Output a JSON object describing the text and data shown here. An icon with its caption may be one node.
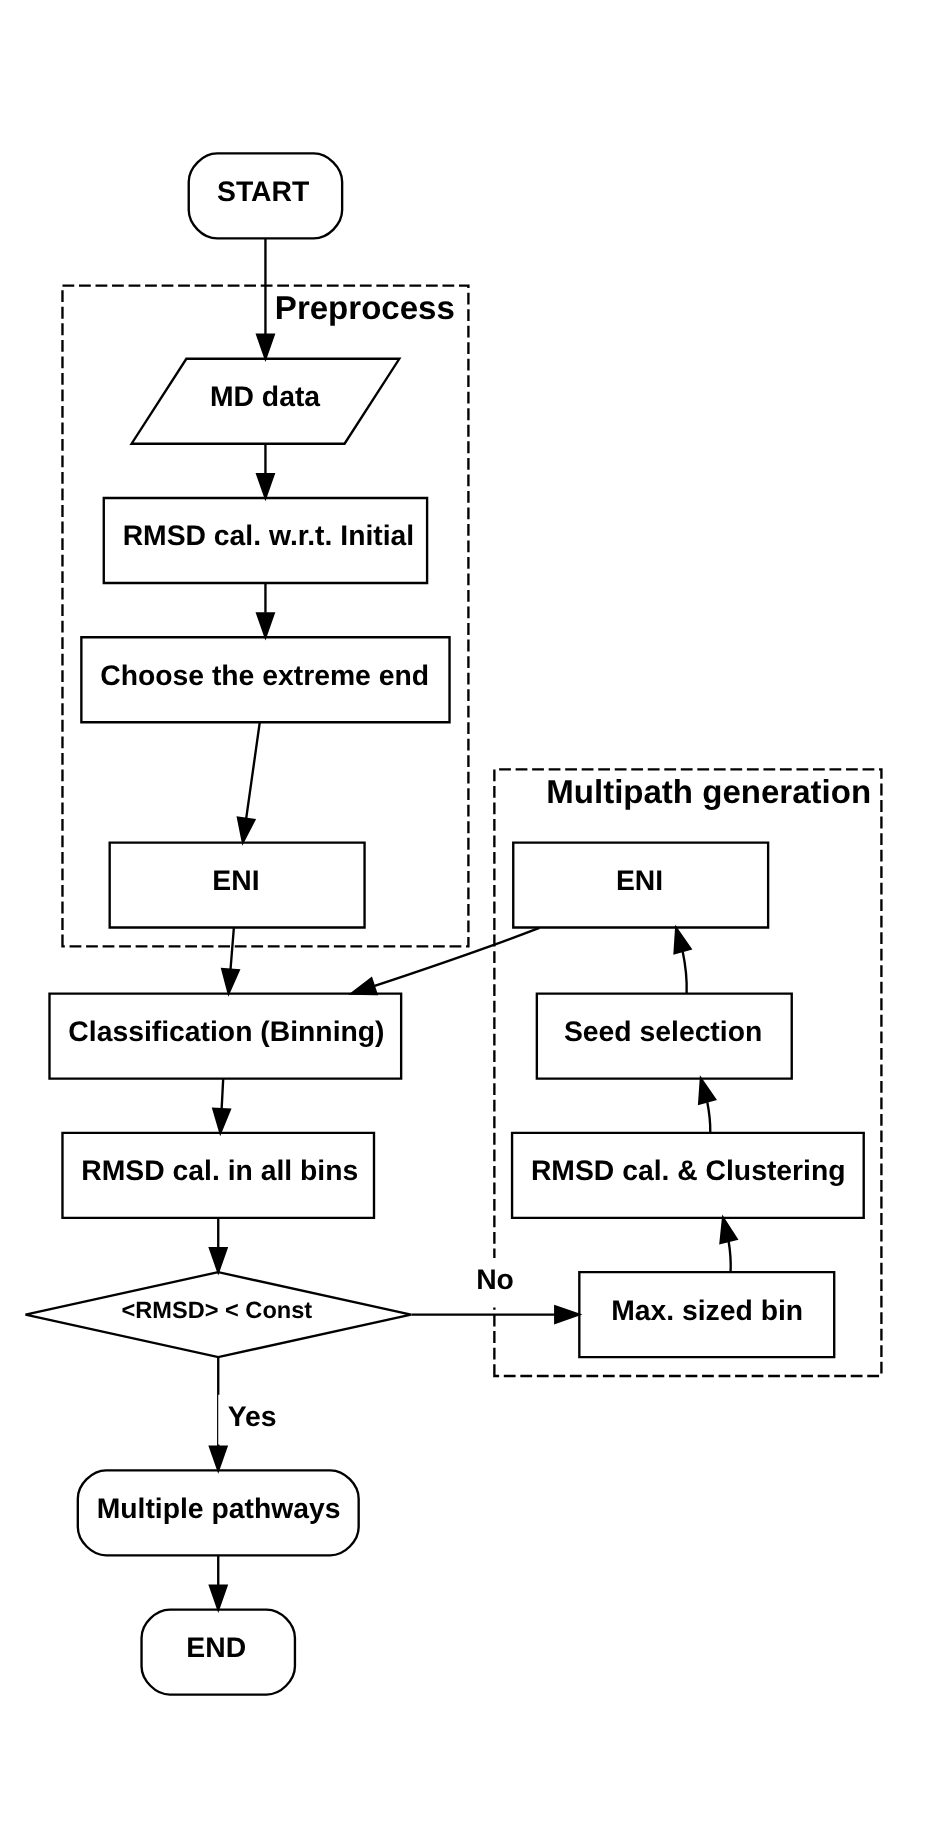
{
  "diagram": {
    "nodes": [
      {
        "text": [
          "START"
        ]
      },
      {
        "text": [
          "Preprocess"
        ]
      },
      {
        "text": [
          "MD data"
        ],
        "in": 1
      },
      {
        "text": [
          "RMSD cal. w.r.t. Initial"
        ],
        "in": 1
      },
      {
        "text": [
          "Choose the extreme end"
        ],
        "in": 1
      },
      {
        "text": [
          "ENI"
        ],
        "in": 1
      },
      {
        "text": [
          "Multipath generation"
        ]
      },
      {
        "text": [
          "ENI"
        ],
        "in": 6
      },
      {
        "text": [
          "Seed selection"
        ],
        "in": 6
      },
      {
        "text": [
          "RMSD cal. & Clustering"
        ],
        "in": 6
      },
      {
        "text": [
          "Max. sized bin"
        ],
        "in": 6
      },
      {
        "text": [
          "Classification (Binning)"
        ]
      },
      {
        "text": [
          "RMSD cal. in all bins"
        ]
      },
      {
        "text": [
          "<RMSD> < Const"
        ]
      },
      {
        "text": [
          "Multiple pathways"
        ]
      },
      {
        "text": [
          "END"
        ]
      }
    ],
    "edges": [
      {
        "from": 0,
        "to": 2,
        "arrow": "to"
      },
      {
        "from": 2,
        "to": 3,
        "arrow": "to"
      },
      {
        "from": 3,
        "to": 4,
        "arrow": "to"
      },
      {
        "from": 4,
        "to": 5,
        "arrow": "to"
      },
      {
        "from": 5,
        "to": 11,
        "arrow": "to"
      },
      {
        "from": 7,
        "to": 11,
        "arrow": "to"
      },
      {
        "from": 11,
        "to": 12,
        "arrow": "to"
      },
      {
        "from": 12,
        "to": 13,
        "arrow": "to"
      },
      {
        "from": 13,
        "to": 10,
        "label": "No",
        "arrow": "to"
      },
      {
        "from": 10,
        "to": 9,
        "arrow": "to"
      },
      {
        "from": 9,
        "to": 8,
        "arrow": "to"
      },
      {
        "from": 8,
        "to": 7,
        "arrow": "to"
      },
      {
        "from": 13,
        "to": 14,
        "label": "Yes",
        "arrow": "to"
      },
      {
        "from": 14,
        "to": 15,
        "arrow": "to"
      }
    ]
  }
}
